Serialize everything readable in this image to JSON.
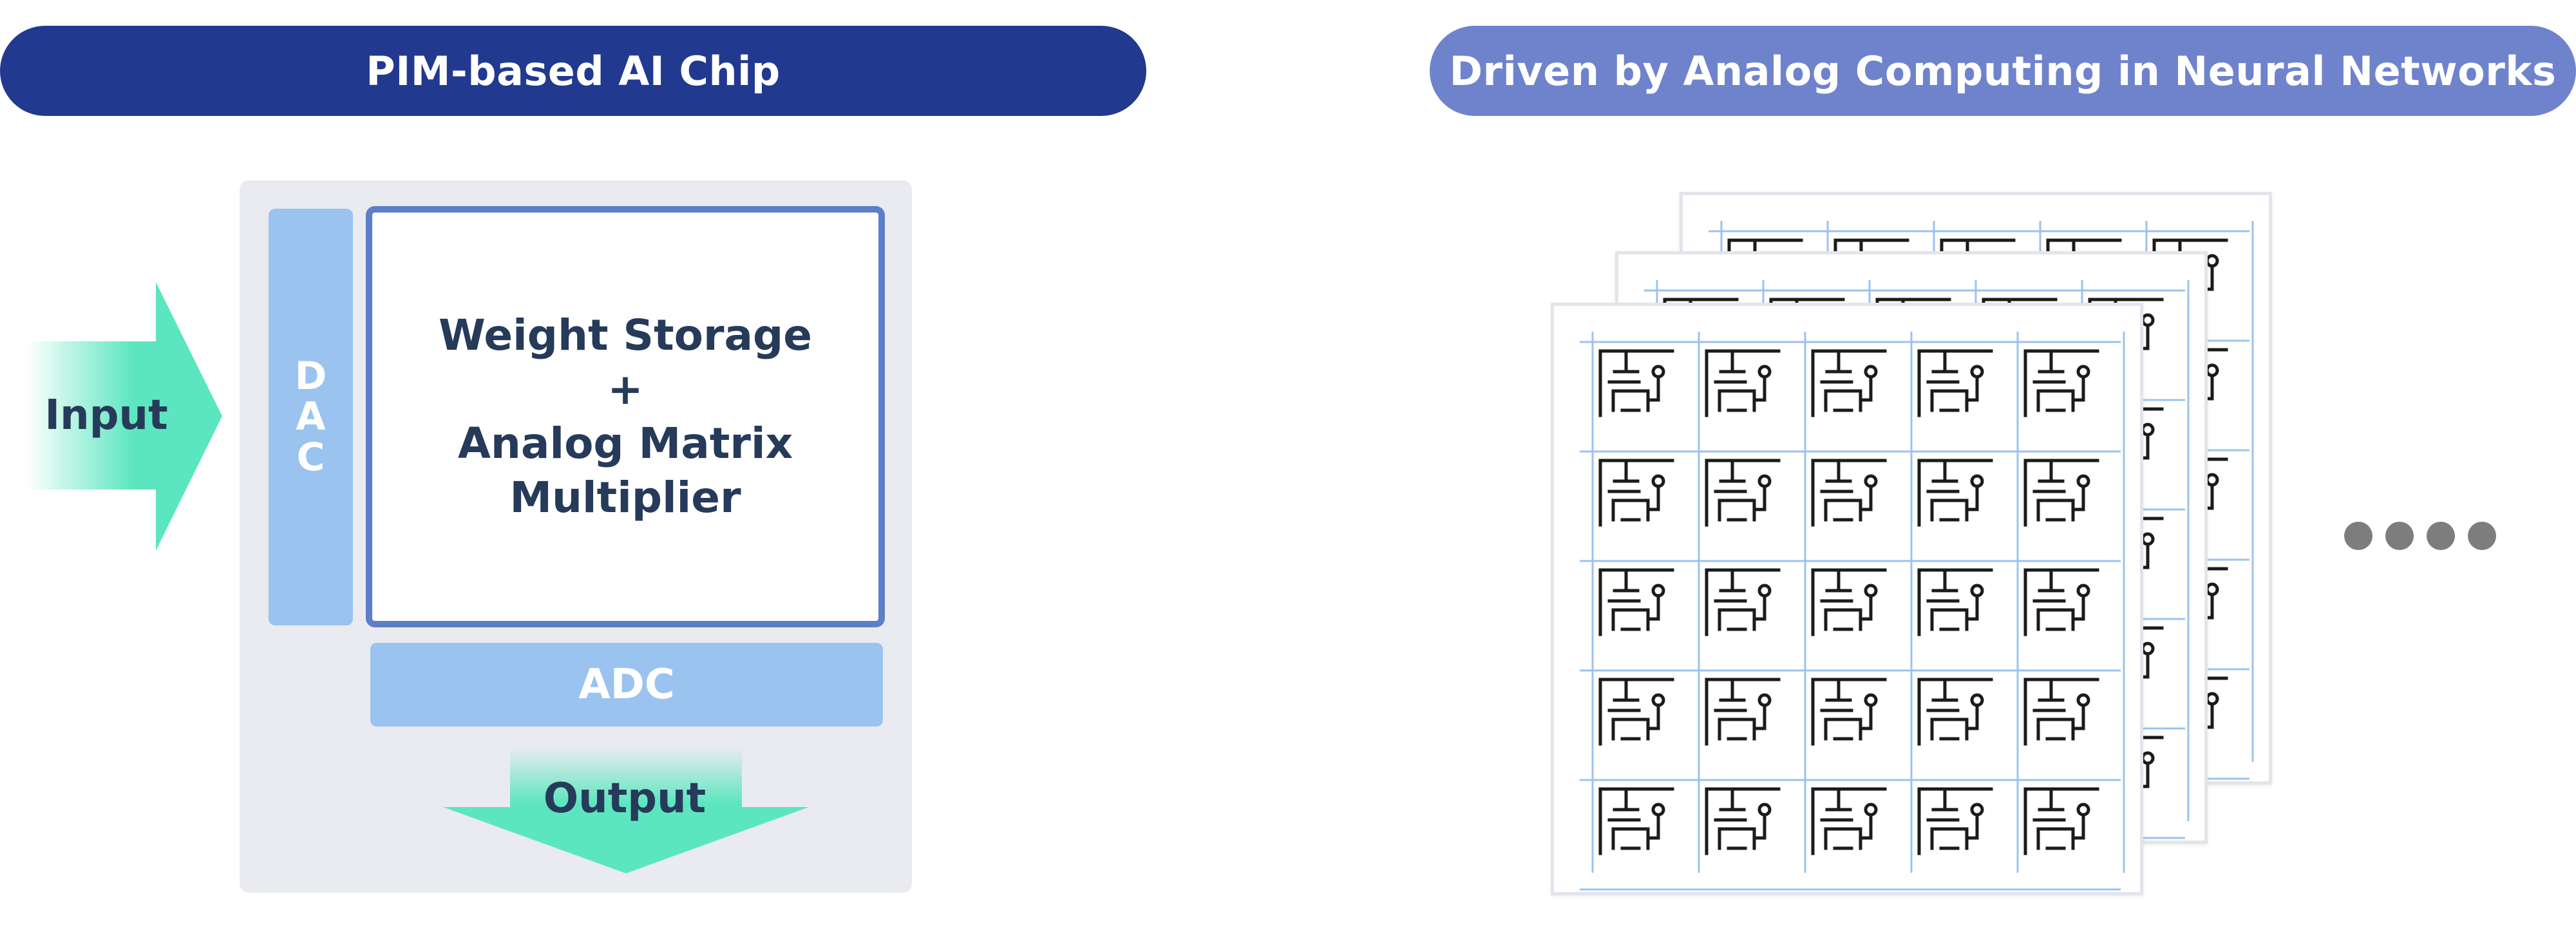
{
  "left_panel": {
    "header": "PIM-based AI Chip",
    "dac_label": "D\nA\nC",
    "core_label": "Weight Storage\n+\nAnalog Matrix\nMultiplier",
    "adc_label": "ADC",
    "input_label": "Input",
    "output_label": "Output"
  },
  "right_panel": {
    "header": "Driven by Analog Computing in Neural Networks"
  },
  "colors": {
    "header_left": "#21398e",
    "header_right": "#6f83cc",
    "converter": "#9ac3ef",
    "core_border": "#5b7fc9",
    "arrow": "#5ce6bf",
    "text": "#263a5a",
    "grid_line": "#9ac3ef"
  },
  "icons": {
    "cell": "memory-cell-icon",
    "ellipsis": "more-dots-icon"
  }
}
